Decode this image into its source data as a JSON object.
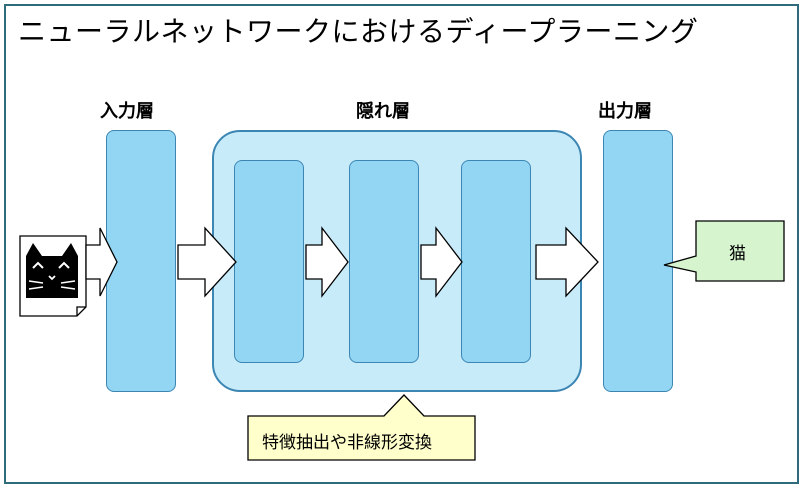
{
  "title": "ニューラルネットワークにおけるディープラーニング",
  "labels": {
    "input_layer": "入力層",
    "hidden_layer": "隠れ層",
    "output_layer": "出力層"
  },
  "output_callout": "猫",
  "hidden_callout": "特徴抽出や非線形変換",
  "colors": {
    "frame": "#2f6b7a",
    "layer_fill": "#93d6f3",
    "layer_stroke": "#3c86b4",
    "hidden_group_fill": "#c8ebfa",
    "output_callout_fill": "#d6f5cf",
    "hidden_callout_fill": "#ffffcc",
    "cat_icon_fill": "#000000"
  },
  "icons": {
    "input_image": "cat-face-document-icon"
  }
}
